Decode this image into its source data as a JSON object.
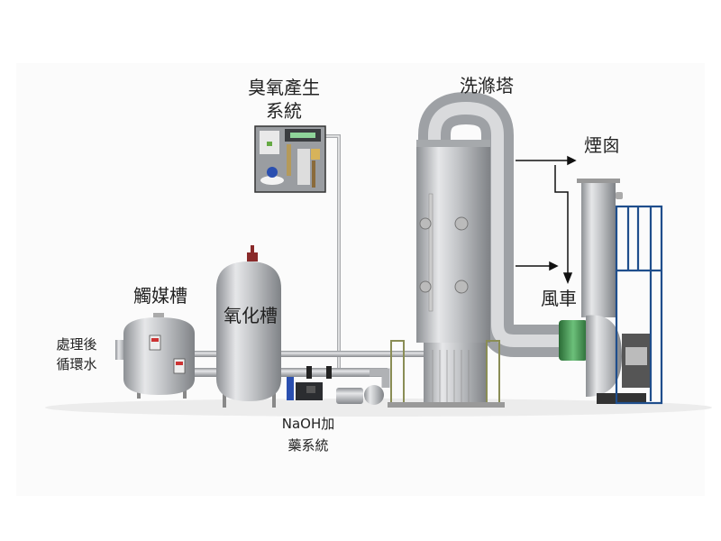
{
  "labels": {
    "ozone_system_line1": "臭氧產生",
    "ozone_system_line2": "系統",
    "scrubber_tower": "洗滌塔",
    "chimney": "煙囪",
    "fan": "風車",
    "catalyst_tank": "觸媒槽",
    "oxidation_tank": "氧化槽",
    "treated_water_line1": "處理後",
    "treated_water_line2": "循環水",
    "naoh_line1": "NaOH加",
    "naoh_line2": "藥系統"
  },
  "colors": {
    "steel": "#b8babd",
    "frame_blue": "#1f4e8c",
    "connector_green": "#3d8a4a",
    "pump_blue": "#2a4fb0"
  }
}
